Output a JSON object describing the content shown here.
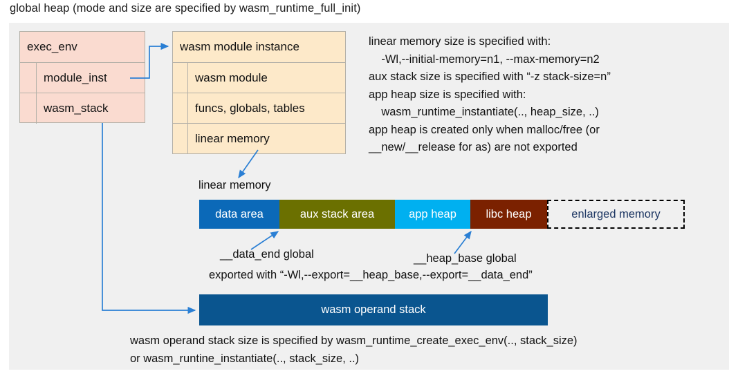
{
  "title": "global heap (mode and size are specified by wasm_runtime_full_init)",
  "colors": {
    "page_background": "#ffffff",
    "panel_background": "#f0f0f0",
    "exec_env_fill": "#fadbd0",
    "module_inst_fill": "#fde9c9",
    "box_border": "#b3b0a8",
    "arrow": "#2a7fd4",
    "data_area": "#0b69b8",
    "aux_stack_area": "#6b7000",
    "app_heap": "#00b0f0",
    "libc_heap": "#7b2100",
    "enlarged_memory_text": "#1f3864",
    "operand_stack": "#0a558f"
  },
  "exec_env": {
    "header": "exec_env",
    "fields": [
      {
        "label": "module_inst"
      },
      {
        "label": "wasm_stack"
      }
    ]
  },
  "module_instance": {
    "header": "wasm module instance",
    "fields": [
      {
        "label": "wasm module"
      },
      {
        "label": "funcs, globals, tables"
      },
      {
        "label": "linear memory"
      }
    ]
  },
  "notes": {
    "lines": [
      "linear memory size is specified with:",
      "    -Wl,--initial-memory=n1, --max-memory=n2",
      "aux stack size is specified with “-z stack-size=n”",
      "app heap size is specified with:",
      "    wasm_runtime_instantiate(.., heap_size, ..)",
      "app heap is created only when malloc/free (or",
      "__new/__release for as) are not exported"
    ]
  },
  "linear_memory": {
    "label": "linear memory",
    "segments": [
      {
        "label": "data area",
        "width": 116,
        "color": "#0b69b8",
        "dashed": false
      },
      {
        "label": "aux stack area",
        "width": 167,
        "color": "#6b7000",
        "dashed": false
      },
      {
        "label": "app heap",
        "width": 109,
        "color": "#00b0f0",
        "dashed": false
      },
      {
        "label": "libc heap",
        "width": 111,
        "color": "#7b2100",
        "dashed": false
      },
      {
        "label": "enlarged memory",
        "width": 199,
        "color": "#f0f0f0",
        "dashed": true
      }
    ]
  },
  "annotations": {
    "data_end": "__data_end global",
    "heap_base": "__heap_base global",
    "exported": "exported with “-Wl,--export=__heap_base,--export=__data_end”"
  },
  "operand_stack": {
    "label": "wasm operand stack",
    "note_lines": [
      "wasm operand stack size is specified by wasm_runtime_create_exec_env(.., stack_size)",
      "or wasm_runtine_instantiate(.., stack_size, ..)"
    ]
  }
}
